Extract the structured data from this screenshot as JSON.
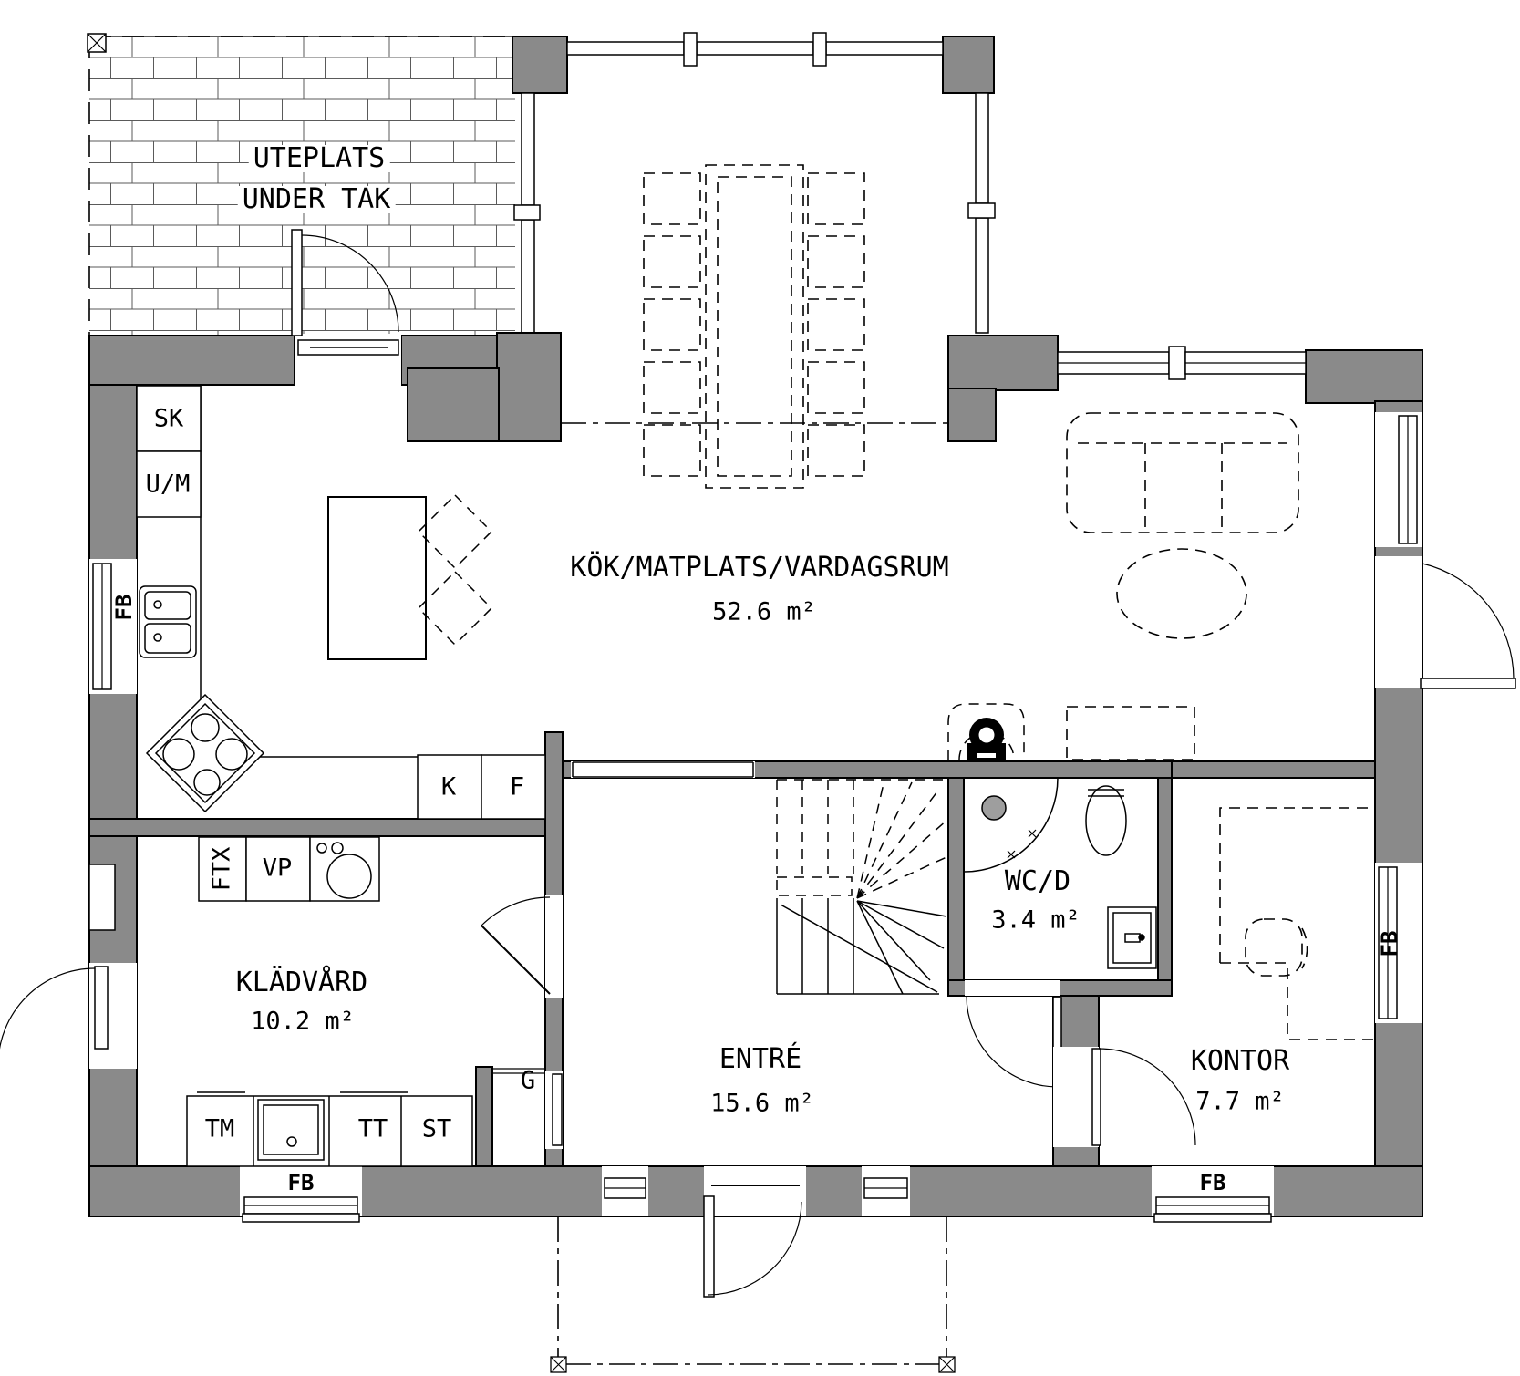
{
  "drawing_type": "floor plan",
  "colors": {
    "wall_fill": "#8a8a8a",
    "line": "#000000",
    "drain_fill": "#9e9e9e",
    "background": "#ffffff"
  },
  "rooms": {
    "uteplats": {
      "name_line1": "UTEPLATS",
      "name_line2": "UNDER TAK"
    },
    "kitchen_living": {
      "name": "KÖK/MATPLATS/VARDAGSRUM",
      "area": "52.6 m²"
    },
    "laundry": {
      "name": "KLÄDVÅRD",
      "area": "10.2 m²"
    },
    "entry": {
      "name": "ENTRÉ",
      "area": "15.6 m²"
    },
    "wc": {
      "name": "WC/D",
      "area": "3.4 m²"
    },
    "office": {
      "name": "KONTOR",
      "area": "7.7 m²"
    }
  },
  "fixtures": {
    "tall_cabinet": "SK",
    "oven_microwave": "U/M",
    "fridge": "K",
    "freezer": "F",
    "ventilation_unit": "FTX",
    "heat_pump": "VP",
    "washing_machine": "TM",
    "tumble_dryer": "TT",
    "cleaning_cabinet": "ST",
    "wardrobe": "G"
  },
  "windows": {
    "fixed_window": "FB"
  }
}
